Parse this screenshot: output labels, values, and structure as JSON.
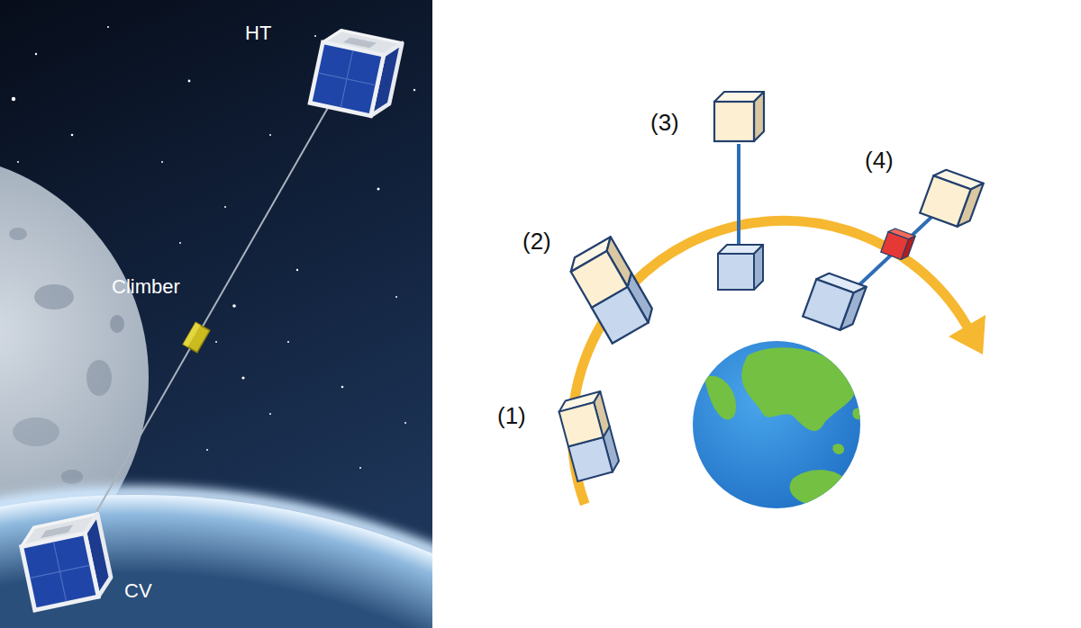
{
  "diagram": {
    "labels": [
      "HT",
      "Climber",
      "CV",
      "(1)",
      "(2)",
      "(3)",
      "(4)"
    ]
  }
}
